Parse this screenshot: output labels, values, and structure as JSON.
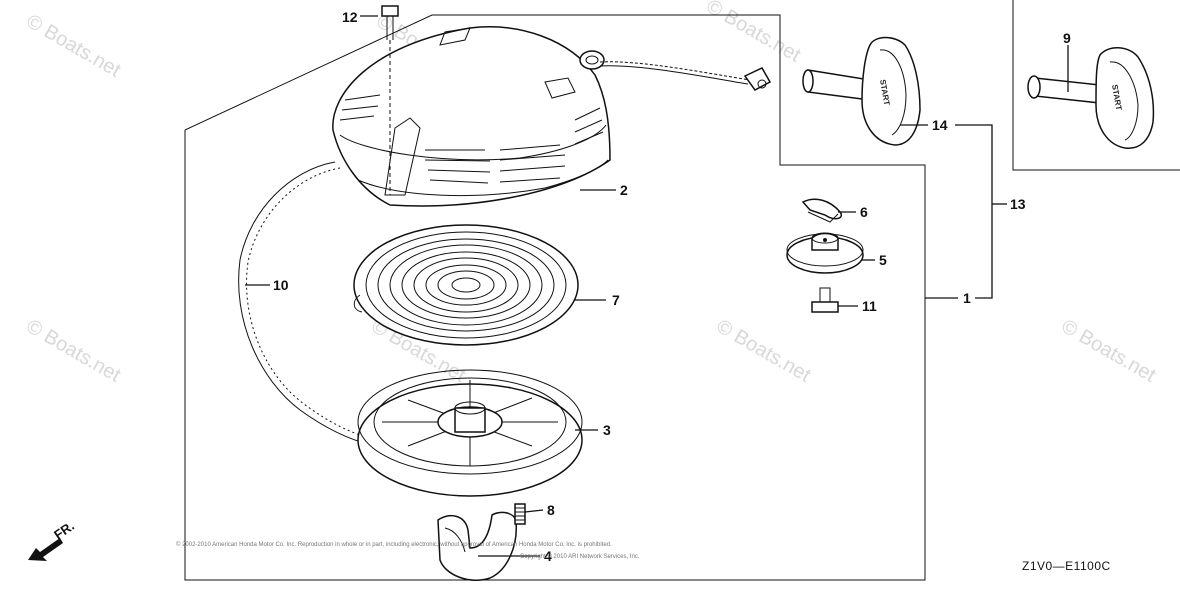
{
  "diagram": {
    "callouts": {
      "c1": "1",
      "c2": "2",
      "c3": "3",
      "c4": "4",
      "c5": "5",
      "c6": "6",
      "c7": "7",
      "c8": "8",
      "c9": "9",
      "c10": "10",
      "c11": "11",
      "c12": "12",
      "c13": "13",
      "c14": "14"
    },
    "drawing_code": "Z1V0—E1100C",
    "direction_label": "FR.",
    "handle_label": "START",
    "inset_handle_label": "START",
    "copyright_line_1": "© 2002-2010 American Honda Motor Co. Inc. Reproduction in whole or in part, including electronic, without approval of American Honda Motor Co. Inc. is prohibited.",
    "copyright_line_2": "Copyright © 2010 ARI Network Services, Inc.",
    "watermark": "© Boats.net"
  }
}
